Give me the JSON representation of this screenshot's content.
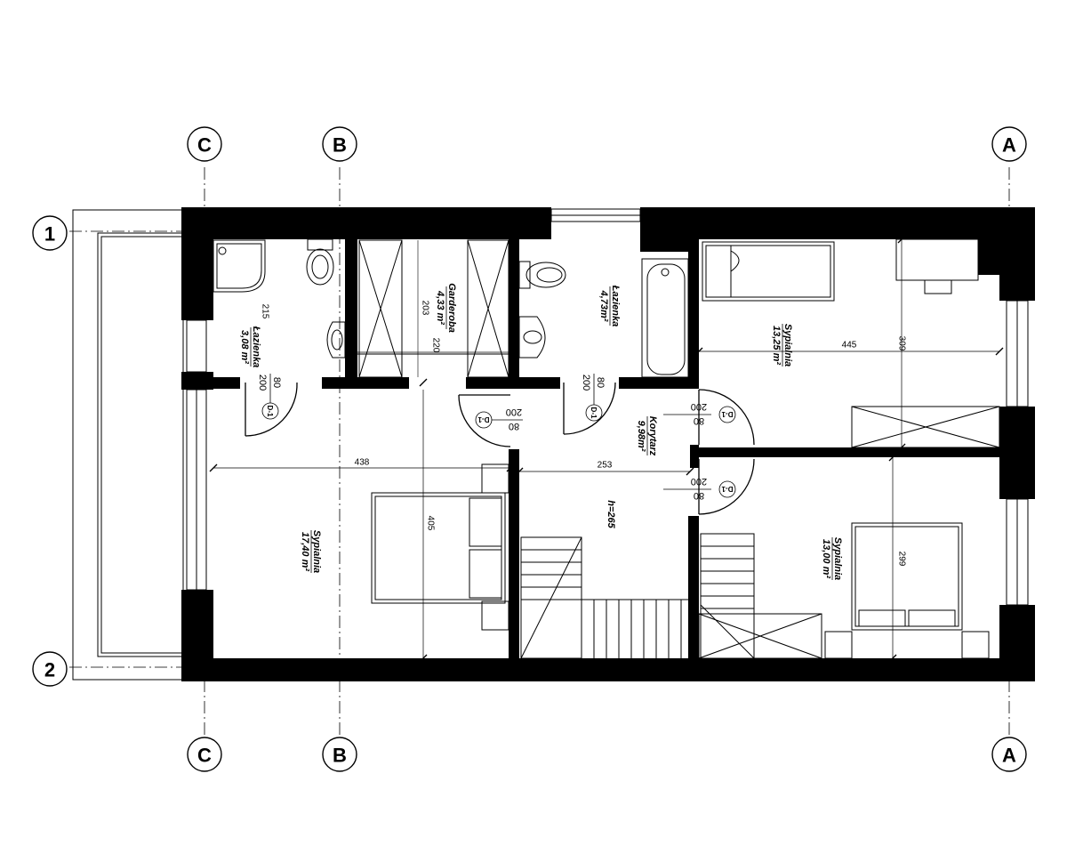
{
  "grid_axes": {
    "C": "C",
    "B": "B",
    "A": "A",
    "row_1": "1",
    "row_2": "2"
  },
  "rooms": {
    "lazienka_small": {
      "name": "Łazienka",
      "area": "3,08 m²"
    },
    "garderoba": {
      "name": "Garderoba",
      "area": "4,33 m²"
    },
    "lazienka_large": {
      "name": "Łazienka",
      "area": "4,73m²"
    },
    "sypialnia_top": {
      "name": "Sypialnia",
      "area": "13,25 m²"
    },
    "korytarz": {
      "name": "Korytarz",
      "area": "9,98m²"
    },
    "sypialnia_left": {
      "name": "Sypialnia",
      "area": "17,40 m²"
    },
    "sypialnia_bottom": {
      "name": "Sypialnia",
      "area": "13,00 m²"
    },
    "height": "h=265"
  },
  "dimensions": {
    "d215": "215",
    "d203": "203",
    "d220": "220",
    "d445": "445",
    "d309": "309",
    "d438": "438",
    "d405": "405",
    "d253": "253",
    "d299": "299"
  },
  "doors": {
    "tag": "D-1",
    "width": "80",
    "height": "200"
  }
}
